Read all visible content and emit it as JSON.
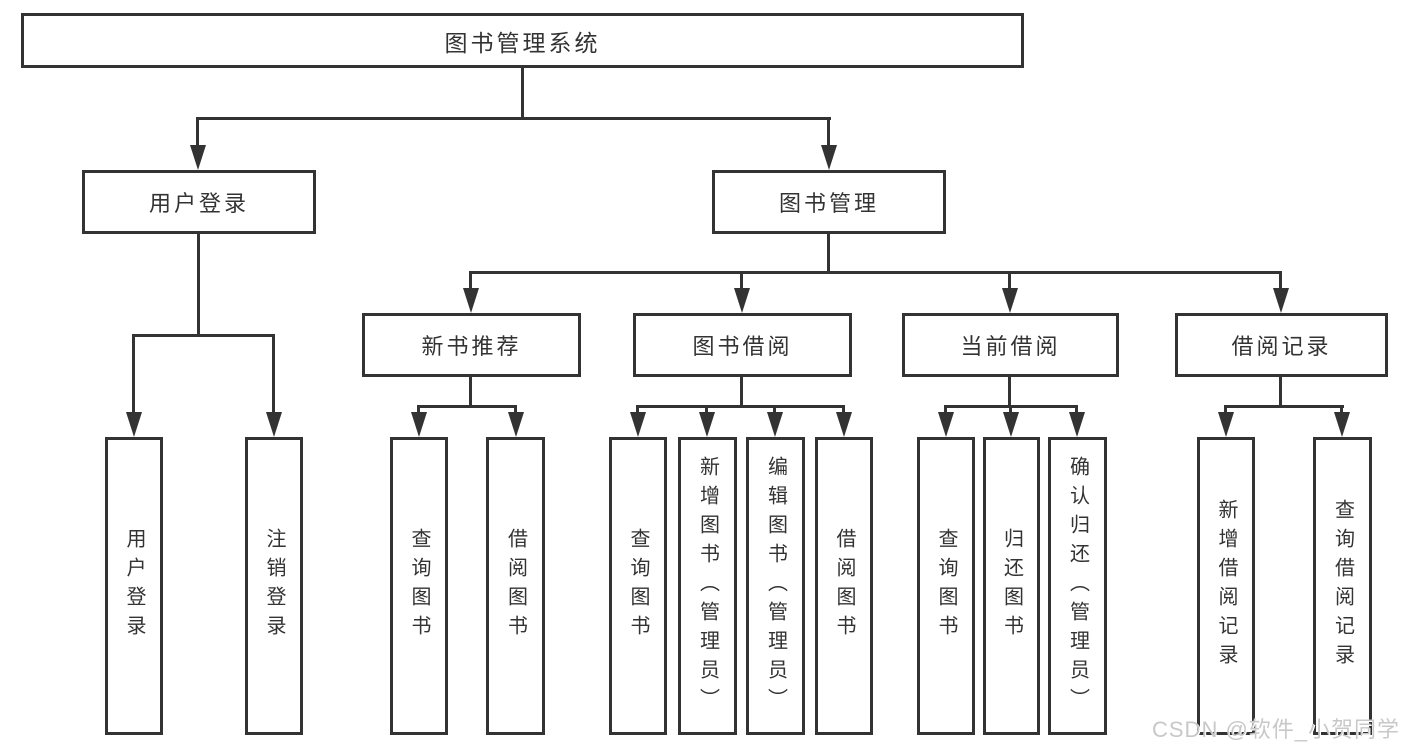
{
  "diagram": {
    "type": "hierarchy-tree",
    "orientation": "top-down",
    "tree": {
      "label": "图书管理系统",
      "children": [
        {
          "label": "用户登录",
          "children": [
            {
              "label": "用户登录"
            },
            {
              "label": "注销登录"
            }
          ]
        },
        {
          "label": "图书管理",
          "children": [
            {
              "label": "新书推荐",
              "children": [
                {
                  "label": "查询图书"
                },
                {
                  "label": "借阅图书"
                }
              ]
            },
            {
              "label": "图书借阅",
              "children": [
                {
                  "label": "查询图书"
                },
                {
                  "label": "新增图书（管理员）"
                },
                {
                  "label": "编辑图书（管理员）"
                },
                {
                  "label": "借阅图书"
                }
              ]
            },
            {
              "label": "当前借阅",
              "children": [
                {
                  "label": "查询图书"
                },
                {
                  "label": "归还图书"
                },
                {
                  "label": "确认归还（管理员）"
                }
              ]
            },
            {
              "label": "借阅记录",
              "children": [
                {
                  "label": "新增借阅记录"
                },
                {
                  "label": "查询借阅记录"
                }
              ]
            }
          ]
        }
      ]
    },
    "colors": {
      "line": "#333333",
      "text": "#333333",
      "background": "#ffffff",
      "watermark": "#c8c8c8"
    }
  },
  "watermark": {
    "text": "CSDN @软件_小贺同学"
  }
}
